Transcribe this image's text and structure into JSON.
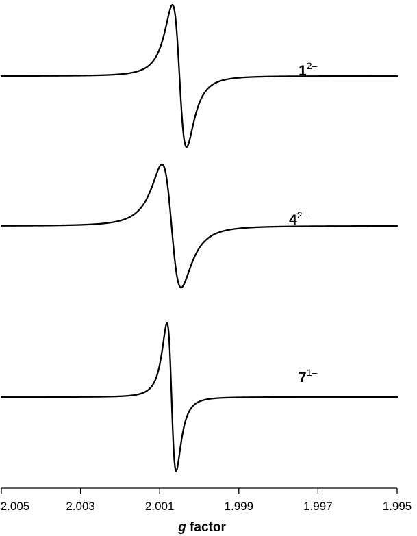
{
  "chart_data": {
    "type": "line",
    "title": "",
    "xlabel_italic": "g",
    "xlabel_rest": " factor",
    "ylabel": "",
    "xlim": [
      2.005,
      1.995
    ],
    "x_reversed": true,
    "y_axis_visible": false,
    "grid": false,
    "legend": "none",
    "xticks": [
      2.005,
      2.003,
      2.001,
      1.999,
      1.997,
      1.995
    ],
    "xtick_labels": [
      "2.005",
      "2.003",
      "2.001",
      "1.999",
      "1.997",
      "1.995"
    ],
    "series": [
      {
        "name": "1",
        "charge": "2–",
        "center_g": 2.0005,
        "half_width_g": 0.00031,
        "amplitude": 1.0,
        "trail_g": 0.0008,
        "trail_level": 0.0
      },
      {
        "name": "4",
        "charge": "2–",
        "center_g": 2.0007,
        "half_width_g": 0.00042,
        "amplitude": 0.9,
        "trail_g": 0.0012,
        "trail_level": 0.0
      },
      {
        "name": "7",
        "charge": "1–",
        "center_g": 2.0007,
        "half_width_g": 0.0002,
        "amplitude": 1.0,
        "trail_g": 0.0004,
        "trail_level": 0.0
      }
    ]
  }
}
